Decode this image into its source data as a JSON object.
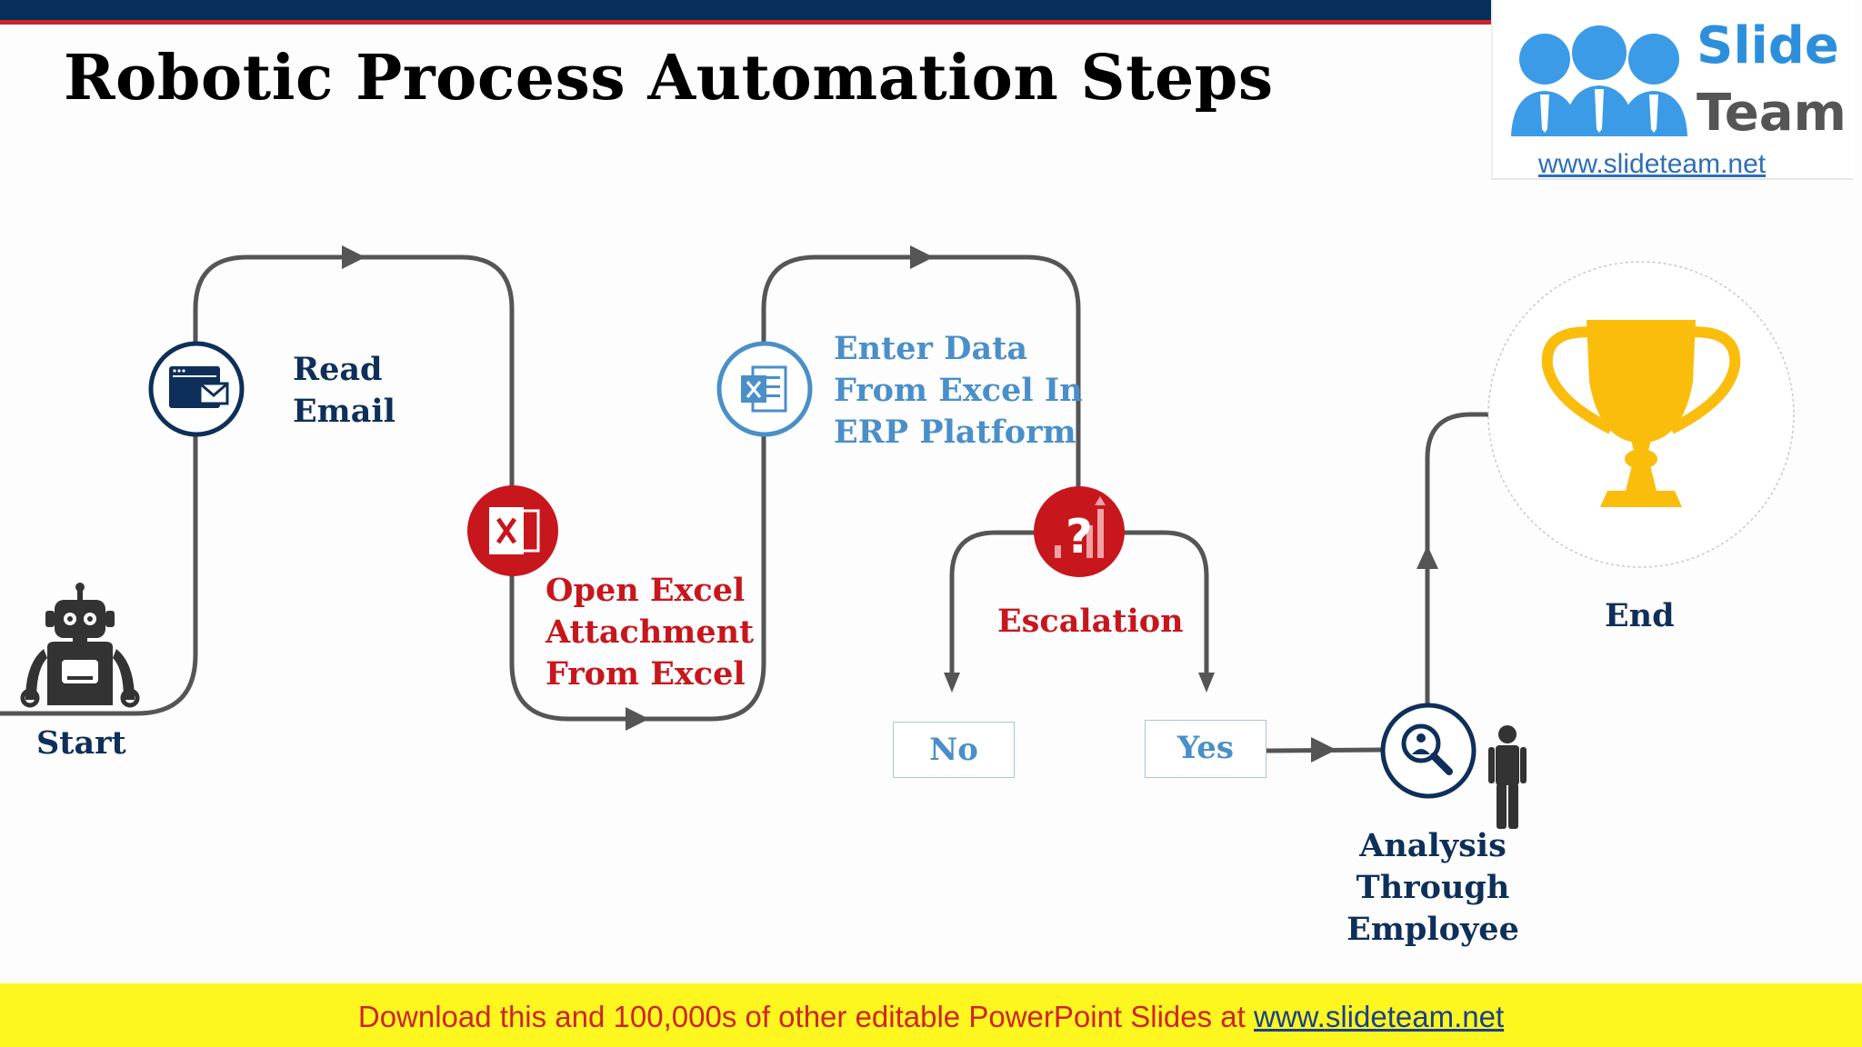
{
  "title": "Robotic Process Automation Steps",
  "logo": {
    "line1": "Slide",
    "line2": "Team",
    "url": "www.slideteam.net"
  },
  "steps": {
    "start": "Start",
    "read_email": [
      "Read",
      "Email"
    ],
    "open_excel": [
      "Open Excel",
      "Attachment",
      "From Excel"
    ],
    "enter_data": [
      "Enter Data",
      "From Excel In",
      "ERP Platform"
    ],
    "escalation": "Escalation",
    "no": "No",
    "yes": "Yes",
    "analysis": [
      "Analysis",
      "Through",
      "Employee"
    ],
    "end": "End"
  },
  "footer": {
    "text": "Download this and 100,000s of other editable PowerPoint Slides at ",
    "link": "www.slideteam.net"
  },
  "colors": {
    "navy": "#0e2f5a",
    "red": "#c8161d",
    "light_blue": "#4a8fc9",
    "trophy": "#fbbd0b",
    "line": "#555555",
    "footer_bg": "#fdf71f"
  },
  "icons": [
    "robot-icon",
    "browser-mail-icon",
    "excel-icon",
    "excel-document-icon",
    "question-growth-icon",
    "search-person-icon",
    "person-icon",
    "trophy-icon"
  ]
}
